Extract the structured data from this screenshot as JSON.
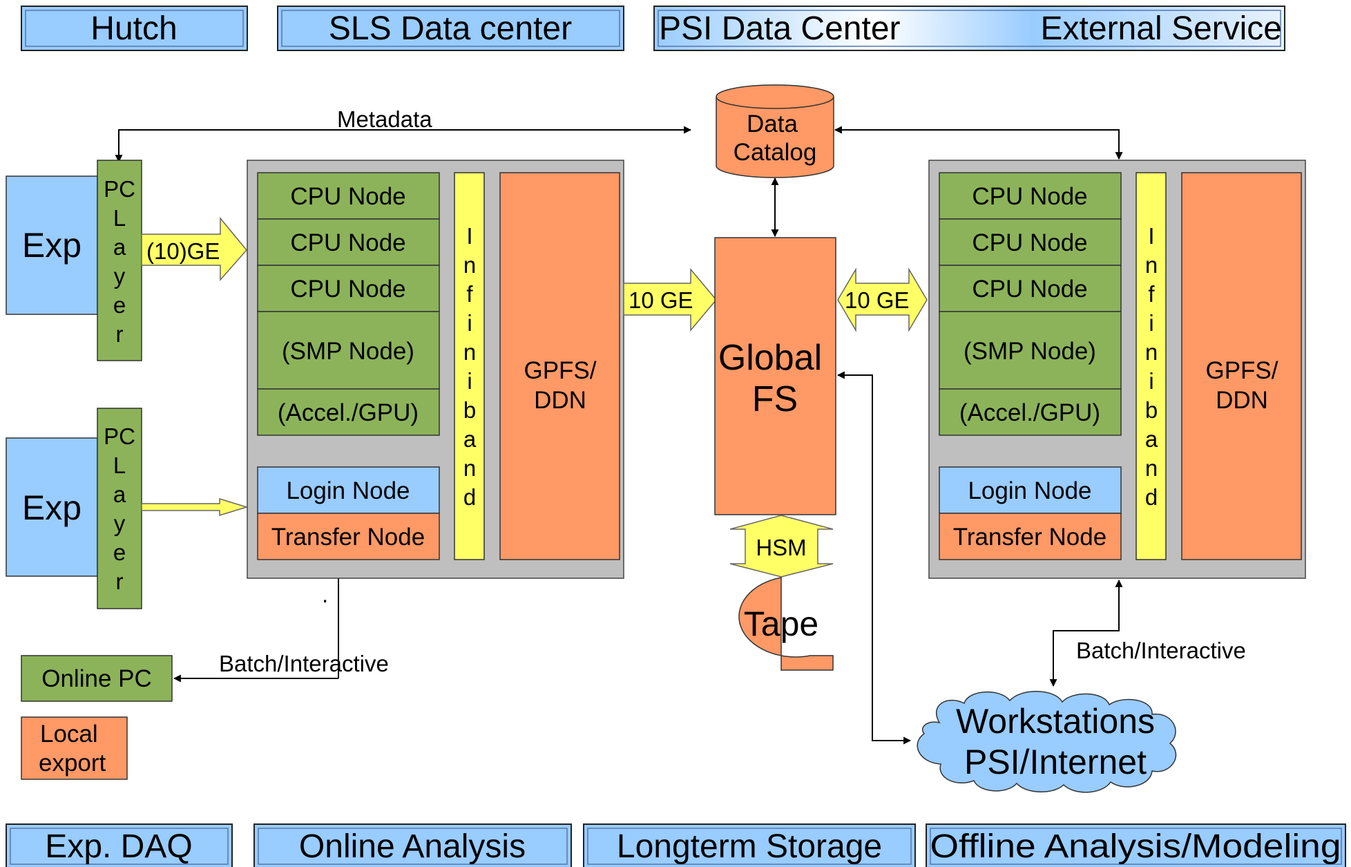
{
  "header": {
    "hutch": "Hutch",
    "sls_data_center": "SLS Data center",
    "psi_data_center": "PSI Data Center",
    "external_service": "External Service"
  },
  "footer": {
    "exp_daq": "Exp. DAQ",
    "online_analysis": "Online Analysis",
    "longterm_storage": "Longterm Storage",
    "offline_analysis": "Offline Analysis/Modeling"
  },
  "left": {
    "exp_top": "Exp",
    "exp_bottom": "Exp",
    "pc_layer_top": [
      "PC",
      "L",
      "a",
      "y",
      "e",
      "r"
    ],
    "pc_layer_bottom": [
      "PC",
      "L",
      "a",
      "y",
      "e",
      "r"
    ],
    "link_10ge": "(10)GE",
    "online_pc": "Online PC",
    "local_export": [
      "Local",
      "export"
    ],
    "dot": "."
  },
  "cluster_left": {
    "nodes": [
      "CPU Node",
      "CPU Node",
      "CPU Node",
      "(SMP Node)",
      "(Accel./GPU)"
    ],
    "login_node": "Login Node",
    "transfer_node": "Transfer Node",
    "infiniband": [
      "I",
      "n",
      "f",
      "i",
      "n",
      "i",
      "b",
      "a",
      "n",
      "d"
    ],
    "storage": [
      "GPFS/",
      "DDN"
    ]
  },
  "cluster_right": {
    "nodes": [
      "CPU Node",
      "CPU Node",
      "CPU Node",
      "(SMP Node)",
      "(Accel./GPU)"
    ],
    "login_node": "Login Node",
    "transfer_node": "Transfer Node",
    "infiniband": [
      "I",
      "n",
      "f",
      "i",
      "n",
      "i",
      "b",
      "a",
      "n",
      "d"
    ],
    "storage": [
      "GPFS/",
      "DDN"
    ]
  },
  "center": {
    "metadata": "Metadata",
    "data_catalog": [
      "Data",
      "Catalog"
    ],
    "link_left": "10 GE",
    "link_right": "10 GE",
    "global_fs": [
      "Global",
      "FS"
    ],
    "hsm": "HSM",
    "tape": "Tape"
  },
  "bottom": {
    "batch_left": "Batch/Interactive",
    "batch_right": "Batch/Interactive",
    "workstations": [
      "Workstations",
      "PSI/Internet"
    ]
  },
  "colors": {
    "blue": "#99ccff",
    "green": "#8cb35a",
    "orange": "#ff9966",
    "yellow": "#ffff66",
    "gray": "#bfbfbf"
  }
}
